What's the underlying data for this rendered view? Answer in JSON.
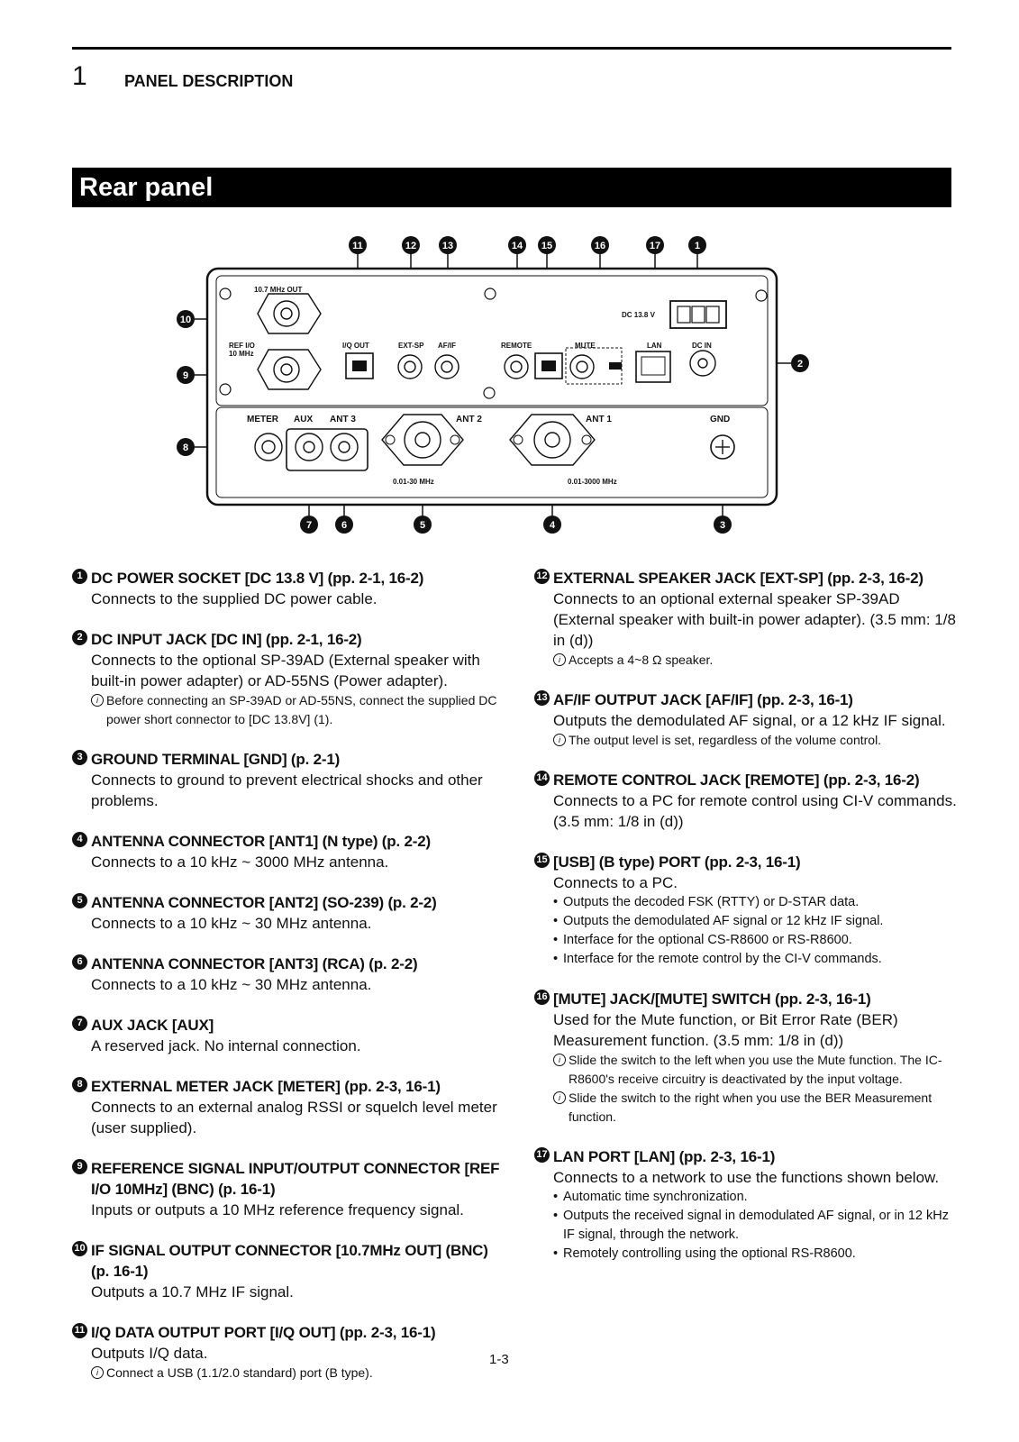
{
  "header": {
    "chapter_number": "1",
    "chapter_title": "PANEL DESCRIPTION"
  },
  "section_title": "Rear panel",
  "figure": {
    "callouts_top": [
      "11",
      "12",
      "13",
      "14",
      "15",
      "16",
      "17",
      "1"
    ],
    "callouts_side": [
      "10",
      "9",
      "8",
      "2"
    ],
    "callouts_bottom": [
      "7",
      "6",
      "5",
      "4",
      "3"
    ],
    "labels": {
      "mhz_out": "10.7 MHz OUT",
      "ref_io": "REF I/O",
      "ref_10": "10 MHz",
      "iq_out": "I/Q OUT",
      "ext_sp": "EXT-SP",
      "af_if": "AF/IF",
      "remote": "REMOTE",
      "mute": "MUTE",
      "lan": "LAN",
      "dc_in": "DC IN",
      "dc138": "DC 13.8 V",
      "meter": "METER",
      "aux": "AUX",
      "ant3": "ANT 3",
      "ant2": "ANT 2",
      "ant1": "ANT 1",
      "gnd": "GND",
      "ant2_range": "0.01-30 MHz",
      "ant1_range": "0.01-3000 MHz"
    }
  },
  "left_items": [
    {
      "num": "1",
      "heading": "DC POWER SOCKET [DC 13.8 V] (pp. 2-1, 16-2)",
      "lines": [
        "Connects to the supplied DC power cable."
      ],
      "notes": [],
      "bullets": []
    },
    {
      "num": "2",
      "heading": "DC INPUT JACK [DC IN] (pp. 2-1, 16-2)",
      "lines": [
        "Connects to the optional SP-39AD (External speaker with built-in power adapter) or AD-55NS (Power adapter)."
      ],
      "notes": [
        "Before connecting an SP-39AD or AD-55NS, connect the supplied DC power short connector to [DC 13.8V] (1)."
      ],
      "bullets": []
    },
    {
      "num": "3",
      "heading": "GROUND TERMINAL [GND] (p. 2-1)",
      "lines": [
        "Connects to ground to prevent electrical shocks and other problems."
      ],
      "notes": [],
      "bullets": []
    },
    {
      "num": "4",
      "heading": "ANTENNA CONNECTOR [ANT1] (N type) (p. 2-2)",
      "lines": [
        "Connects to a 10 kHz ~ 3000 MHz antenna."
      ],
      "notes": [],
      "bullets": []
    },
    {
      "num": "5",
      "heading": "ANTENNA CONNECTOR [ANT2] (SO-239) (p. 2-2)",
      "lines": [
        "Connects to a 10 kHz ~ 30 MHz antenna."
      ],
      "notes": [],
      "bullets": []
    },
    {
      "num": "6",
      "heading": "ANTENNA CONNECTOR [ANT3] (RCA) (p. 2-2)",
      "lines": [
        "Connects to a 10 kHz ~ 30 MHz antenna."
      ],
      "notes": [],
      "bullets": []
    },
    {
      "num": "7",
      "heading": "AUX JACK [AUX]",
      "lines": [
        "A reserved jack. No internal connection."
      ],
      "notes": [],
      "bullets": []
    },
    {
      "num": "8",
      "heading": "EXTERNAL METER JACK [METER] (pp. 2-3, 16-1)",
      "lines": [
        "Connects to an external analog RSSI or squelch level meter (user supplied)."
      ],
      "notes": [],
      "bullets": []
    },
    {
      "num": "9",
      "heading": "REFERENCE SIGNAL INPUT/OUTPUT CONNECTOR [REF I/O 10MHz] (BNC) (p. 16-1)",
      "lines": [
        "Inputs or outputs a 10 MHz reference frequency signal."
      ],
      "notes": [],
      "bullets": []
    },
    {
      "num": "10",
      "heading": "IF SIGNAL OUTPUT CONNECTOR [10.7MHz OUT] (BNC) (p. 16-1)",
      "lines": [
        "Outputs a 10.7 MHz IF signal."
      ],
      "notes": [],
      "bullets": []
    },
    {
      "num": "11",
      "heading": "I/Q DATA OUTPUT PORT [I/Q OUT] (pp. 2-3, 16-1)",
      "lines": [
        "Outputs I/Q data."
      ],
      "notes": [
        "Connect a USB (1.1/2.0 standard) port (B type)."
      ],
      "bullets": []
    }
  ],
  "right_items": [
    {
      "num": "12",
      "heading": "EXTERNAL SPEAKER JACK [EXT-SP] (pp. 2-3, 16-2)",
      "lines": [
        "Connects to an optional external speaker SP-39AD (External speaker with built-in power adapter). (3.5 mm: 1/8 in (d))"
      ],
      "notes": [
        "Accepts a 4~8 Ω speaker."
      ],
      "bullets": []
    },
    {
      "num": "13",
      "heading": "AF/IF OUTPUT JACK [AF/IF] (pp. 2-3, 16-1)",
      "lines": [
        "Outputs the demodulated AF signal, or a 12 kHz IF signal."
      ],
      "notes": [
        "The output level is set, regardless of the volume control."
      ],
      "bullets": []
    },
    {
      "num": "14",
      "heading": "REMOTE CONTROL JACK [REMOTE] (pp. 2-3, 16-2)",
      "lines": [
        "Connects to a PC for remote control using CI-V commands. (3.5 mm: 1/8 in (d))"
      ],
      "notes": [],
      "bullets": []
    },
    {
      "num": "15",
      "heading": "[USB] (B type) PORT (pp. 2-3, 16-1)",
      "lines": [
        "Connects to a PC."
      ],
      "notes": [],
      "bullets": [
        "Outputs the decoded FSK (RTTY) or D-STAR data.",
        "Outputs the demodulated AF signal or 12 kHz IF signal.",
        "Interface for the optional CS-R8600 or RS-R8600.",
        "Interface for the remote control by the CI-V commands."
      ]
    },
    {
      "num": "16",
      "heading": "[MUTE] JACK/[MUTE] SWITCH (pp. 2-3, 16-1)",
      "lines": [
        "Used for the Mute function, or Bit Error Rate (BER) Measurement function. (3.5 mm: 1/8 in (d))"
      ],
      "notes": [
        "Slide the switch to the left when you use the Mute function. The IC-R8600's receive circuitry is deactivated by the input voltage.",
        "Slide the switch to the right when you use the BER Measurement function."
      ],
      "bullets": []
    },
    {
      "num": "17",
      "heading": "LAN PORT [LAN] (pp. 2-3, 16-1)",
      "lines": [
        "Connects to a network to use the functions shown below."
      ],
      "notes": [],
      "bullets": [
        "Automatic time synchronization.",
        "Outputs the received signal in demodulated AF signal, or in 12 kHz IF signal, through the network.",
        "Remotely controlling using the optional RS-R8600."
      ]
    }
  ],
  "page_number": "1-3"
}
